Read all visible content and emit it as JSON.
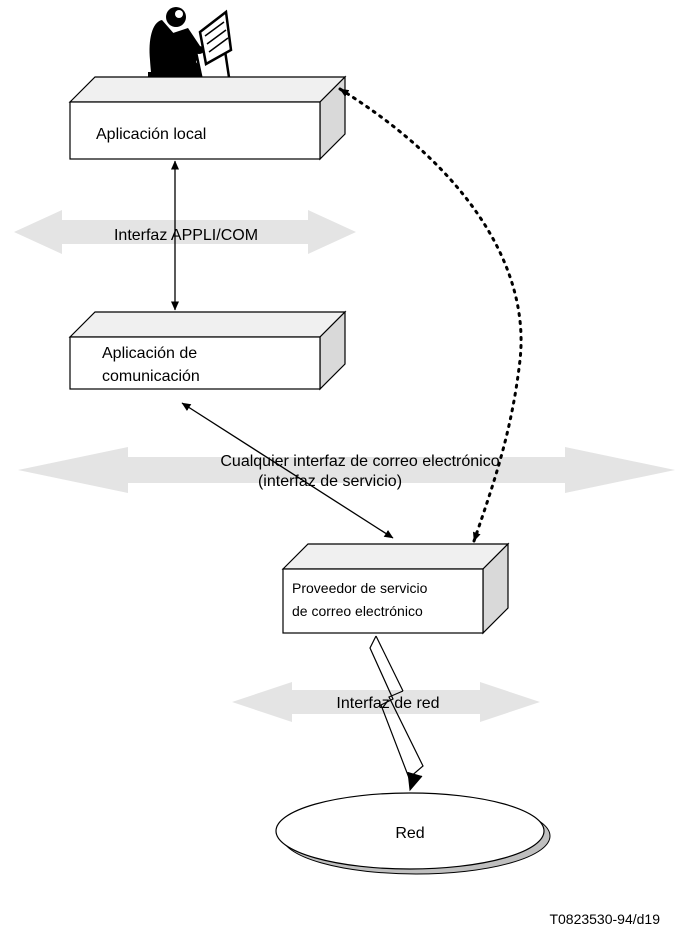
{
  "nodes": {
    "local_app": {
      "label": "Aplicación local"
    },
    "comm_app": {
      "line1": "Aplicación de",
      "line2": "comunicación"
    },
    "provider": {
      "line1": "Proveedor de servicio",
      "line2": "de correo electrónico"
    },
    "network": {
      "label": "Red"
    }
  },
  "interfaces": {
    "appli_com": {
      "label": "Interfaz APPLI/COM"
    },
    "email": {
      "line1": "Cualquier interfaz de correo electrónico",
      "line2": "(interfaz de servicio)"
    },
    "network": {
      "label": "Interfaz de red"
    }
  },
  "figure_ref": "T0823530-94/d19",
  "colors": {
    "band": "#e4e4e4",
    "box_front": "#ffffff",
    "box_side": "#d9d9d9",
    "box_top": "#f0f0f0",
    "line": "#000000"
  }
}
